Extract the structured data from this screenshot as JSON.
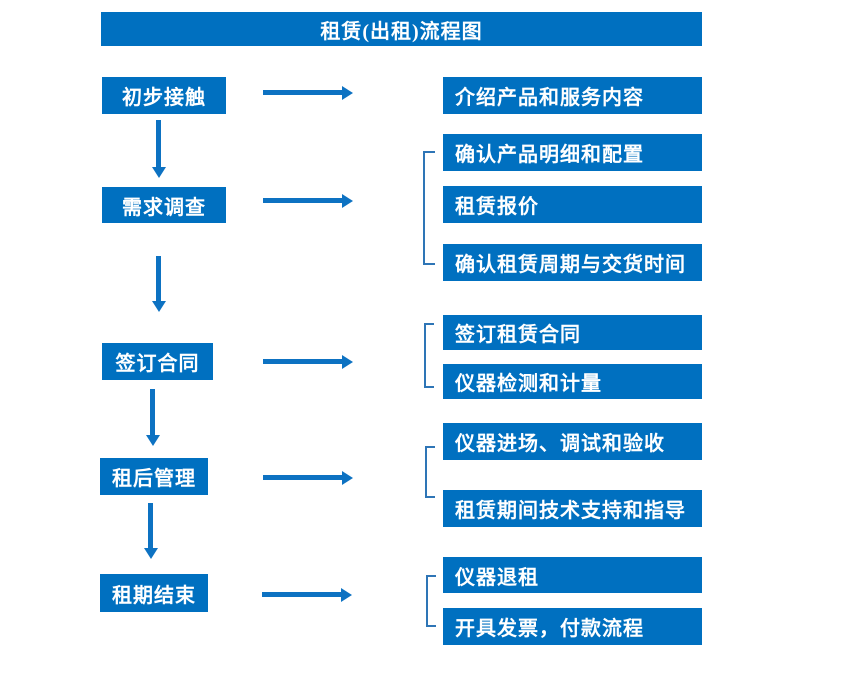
{
  "title": "租赁(出租)流程图",
  "colors": {
    "box_blue": "#0070C0",
    "arrow_blue": "#0d72c2",
    "bracket_blue": "#2E75B6",
    "text_white": "#ffffff"
  },
  "steps": [
    {
      "label": "初步接触",
      "details": [
        "介绍产品和服务内容"
      ]
    },
    {
      "label": "需求调查",
      "details": [
        "确认产品明细和配置",
        "租赁报价",
        "确认租赁周期与交货时间"
      ]
    },
    {
      "label": "签订合同",
      "details": [
        "签订租赁合同",
        "仪器检测和计量"
      ]
    },
    {
      "label": "租后管理",
      "details": [
        "仪器进场、调试和验收",
        "租赁期间技术支持和指导"
      ]
    },
    {
      "label": "租期结束",
      "details": [
        "仪器退租",
        "开具发票，付款流程"
      ]
    }
  ]
}
